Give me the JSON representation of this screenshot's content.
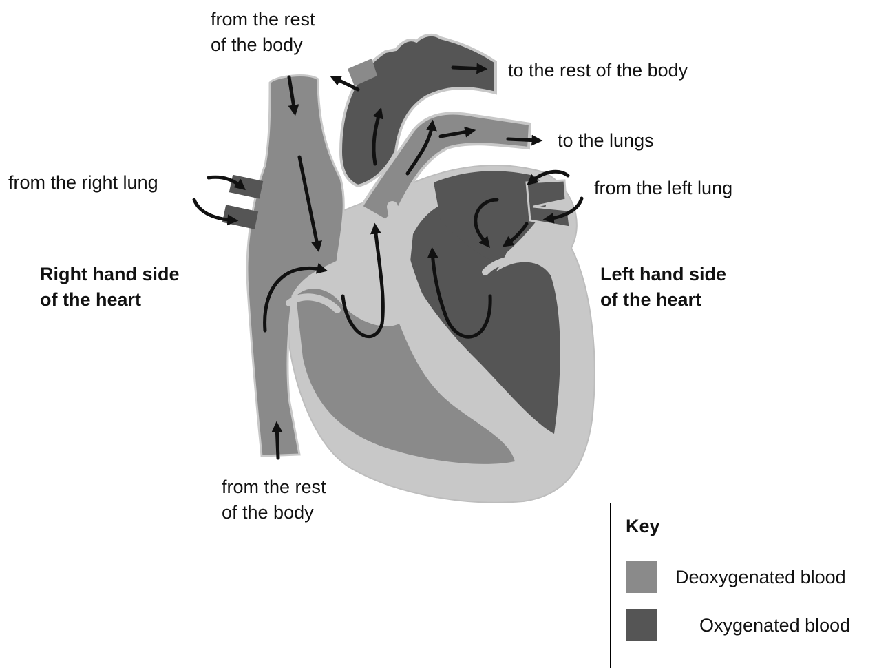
{
  "labels": {
    "top_in_line1": "from the rest",
    "top_in_line2": "of the body",
    "to_body": "to the rest of the body",
    "to_lungs": "to the lungs",
    "from_right_lung": "from the right lung",
    "from_left_lung": "from the left lung",
    "right_side_line1": "Right hand side",
    "right_side_line2": "of the heart",
    "left_side_line1": "Left hand side",
    "left_side_line2": "of the heart",
    "bottom_in_line1": "from the rest",
    "bottom_in_line2": "of the body"
  },
  "key": {
    "title": "Key",
    "deoxy_label": "Deoxygenated blood",
    "oxy_label": "Oxygenated blood"
  },
  "colors": {
    "deoxygenated": "#8a8a8a",
    "oxygenated": "#555555",
    "tissue": "#c8c8c8",
    "arrow": "#111111"
  }
}
